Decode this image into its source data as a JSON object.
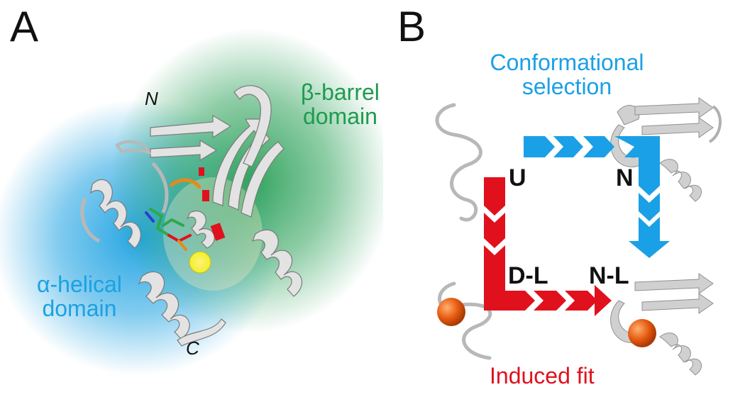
{
  "panel_a": {
    "label": "A",
    "n_terminus": "N",
    "c_terminus": "C",
    "beta_domain_line1": "β-barrel",
    "beta_domain_line2": "domain",
    "alpha_domain_line1": "α-helical",
    "alpha_domain_line2": "domain"
  },
  "panel_b": {
    "label": "B",
    "top_title_line1": "Conformational",
    "top_title_line2": "selection",
    "bottom_title": "Induced fit",
    "state_u": "U",
    "state_n": "N",
    "state_dl": "D-L",
    "state_nl": "N-L"
  },
  "colors": {
    "alpha_domain": "#1ba1e2",
    "beta_domain": "#1e9b4e",
    "conformational_selection": "#1aa0e6",
    "induced_fit": "#e0111d",
    "ligand_sphere": "#e65a10",
    "metal_ion": "#f2ef2a",
    "protein_ribbon": "#c9c9c9"
  }
}
